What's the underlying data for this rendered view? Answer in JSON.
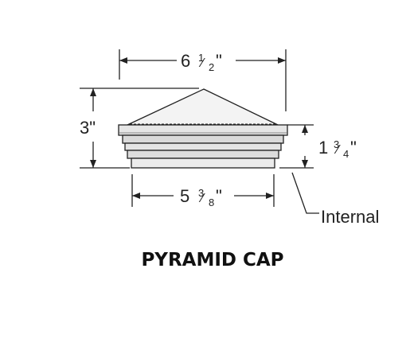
{
  "dimensions": {
    "top_width": {
      "whole": "6",
      "num": "1",
      "den": "2",
      "unit": "\""
    },
    "overall_height": {
      "text": "3\""
    },
    "cap_height": {
      "whole": "1",
      "num": "3",
      "den": "4",
      "unit": "\""
    },
    "bottom_width": {
      "whole": "5",
      "num": "3",
      "den": "8",
      "unit": "\""
    }
  },
  "callout": {
    "label": "Internal"
  },
  "title": "PYRAMID CAP",
  "colors": {
    "line": "#222222",
    "fill_light": "#f3f3f3",
    "fill_mid": "#e2e2e2",
    "fill_dark": "#d2d2d2",
    "title": "#111111"
  }
}
